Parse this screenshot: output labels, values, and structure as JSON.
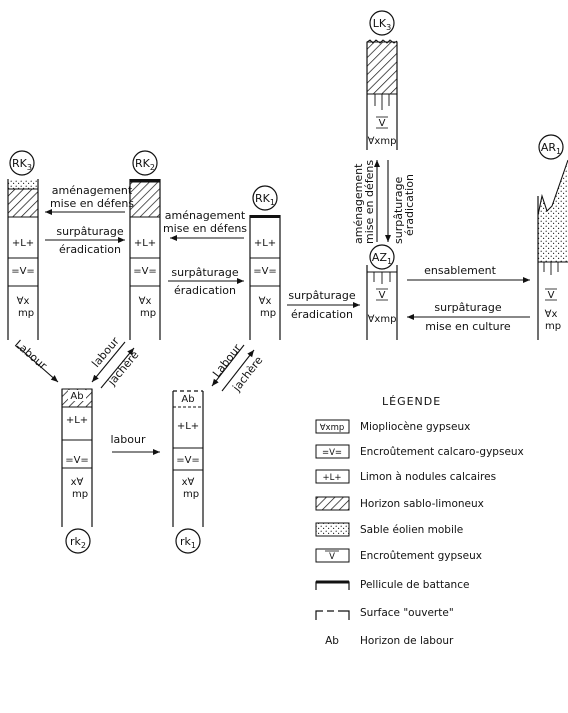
{
  "profiles": {
    "rk3": {
      "name": "RK",
      "sub": "3",
      "s_limon": "+L+",
      "s_encr": "=V=",
      "s_mio": "∀x",
      "s_mp": "mp"
    },
    "rk2": {
      "name": "RK",
      "sub": "2",
      "s_limon": "+L+",
      "s_encr": "=V=",
      "s_mio": "∀x",
      "s_mp": "mp"
    },
    "rk1": {
      "name": "RK",
      "sub": "1",
      "s_limon": "+L+",
      "s_encr": "=V=",
      "s_mio": "∀x",
      "s_mp": "mp"
    },
    "az1": {
      "name": "AZ",
      "sub": "1",
      "s_gyps": "V",
      "s_mio": "∀xmp"
    },
    "lk3": {
      "name": "LK",
      "sub": "3",
      "s_gyps": "V",
      "s_mio": "∀xmp"
    },
    "ar1": {
      "name": "AR",
      "sub": "1",
      "s_gyps": "V",
      "s_mio": "∀x",
      "s_mp": "mp"
    },
    "rk2l": {
      "name": "rk",
      "sub": "2",
      "s_ab": "Ab",
      "s_limon": "+L+",
      "s_encr": "=V=",
      "s_mio": "x∀",
      "s_mp": "mp"
    },
    "rk1l": {
      "name": "rk",
      "sub": "1",
      "s_ab": "Ab",
      "s_limon": "+L+",
      "s_encr": "=V=",
      "s_mio": "x∀",
      "s_mp": "mp"
    }
  },
  "arrows": {
    "a1_top": "aménagement",
    "a1_top2": "mise en défens",
    "a1_bot": "surpâturage",
    "a1_bot2": "éradication",
    "a2_top": "aménagement",
    "a2_top2": "mise en défens",
    "a2_bot": "surpâturage",
    "a2_bot2": "éradication",
    "a3_top": "surpâturage",
    "a3_bot": "éradication",
    "a4_left": "aménagement",
    "a4_left2": "mise en défens",
    "a4_right": "surpâturage",
    "a4_right2": "éradication",
    "a5_top": "ensablement",
    "a5_bot": "surpâturage",
    "a5_bot2": "mise en culture",
    "d1": "Labour",
    "d2a": "labour",
    "d2b": "jachère",
    "d3a": "Labour",
    "d3b": "jachère",
    "h1": "labour"
  },
  "legend": {
    "title": "LÉGENDE",
    "items": [
      {
        "symbol": "∀xmp",
        "label": "Miopliocène gypseux"
      },
      {
        "symbol": "=V=",
        "label": "Encroûtement calcaro-gypseux"
      },
      {
        "symbol": "+L+",
        "label": "Limon à nodules calcaires"
      },
      {
        "symbol": "",
        "label": "Horizon sablo-limoneux"
      },
      {
        "symbol": "",
        "label": "Sable éolien mobile"
      },
      {
        "symbol": "V",
        "label": "Encroûtement gypseux"
      },
      {
        "symbol": "",
        "label": "Pellicule de battance"
      },
      {
        "symbol": "",
        "label": "Surface \"ouverte\""
      },
      {
        "symbol": "Ab",
        "label": "Horizon de labour"
      }
    ]
  }
}
